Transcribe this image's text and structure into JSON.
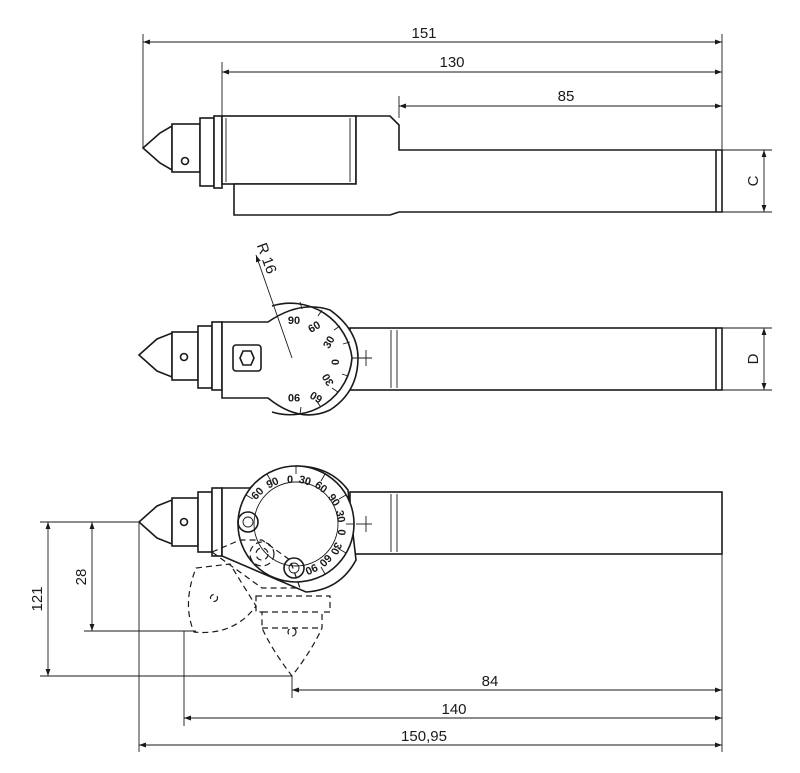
{
  "dimensions": {
    "d151": "151",
    "d130": "130",
    "d85": "85",
    "dC": "C",
    "dR16": "R 16",
    "dD": "D",
    "d121": "121",
    "d28": "28",
    "d84": "84",
    "d140": "140",
    "d15095": "150,95"
  },
  "scale_view2": {
    "upper_90": "90",
    "upper_60": "60",
    "upper_30": "30",
    "zero": "0",
    "lower_30": "30",
    "lower_60": "60",
    "lower_90": "90"
  },
  "scale_view3": {
    "s1": "60",
    "s2": "90",
    "s3": "0",
    "s4": "30",
    "s5": "60",
    "s6": "90",
    "s7": "30",
    "s8": "0",
    "s9": "30",
    "s10": "60",
    "s11": "90"
  }
}
